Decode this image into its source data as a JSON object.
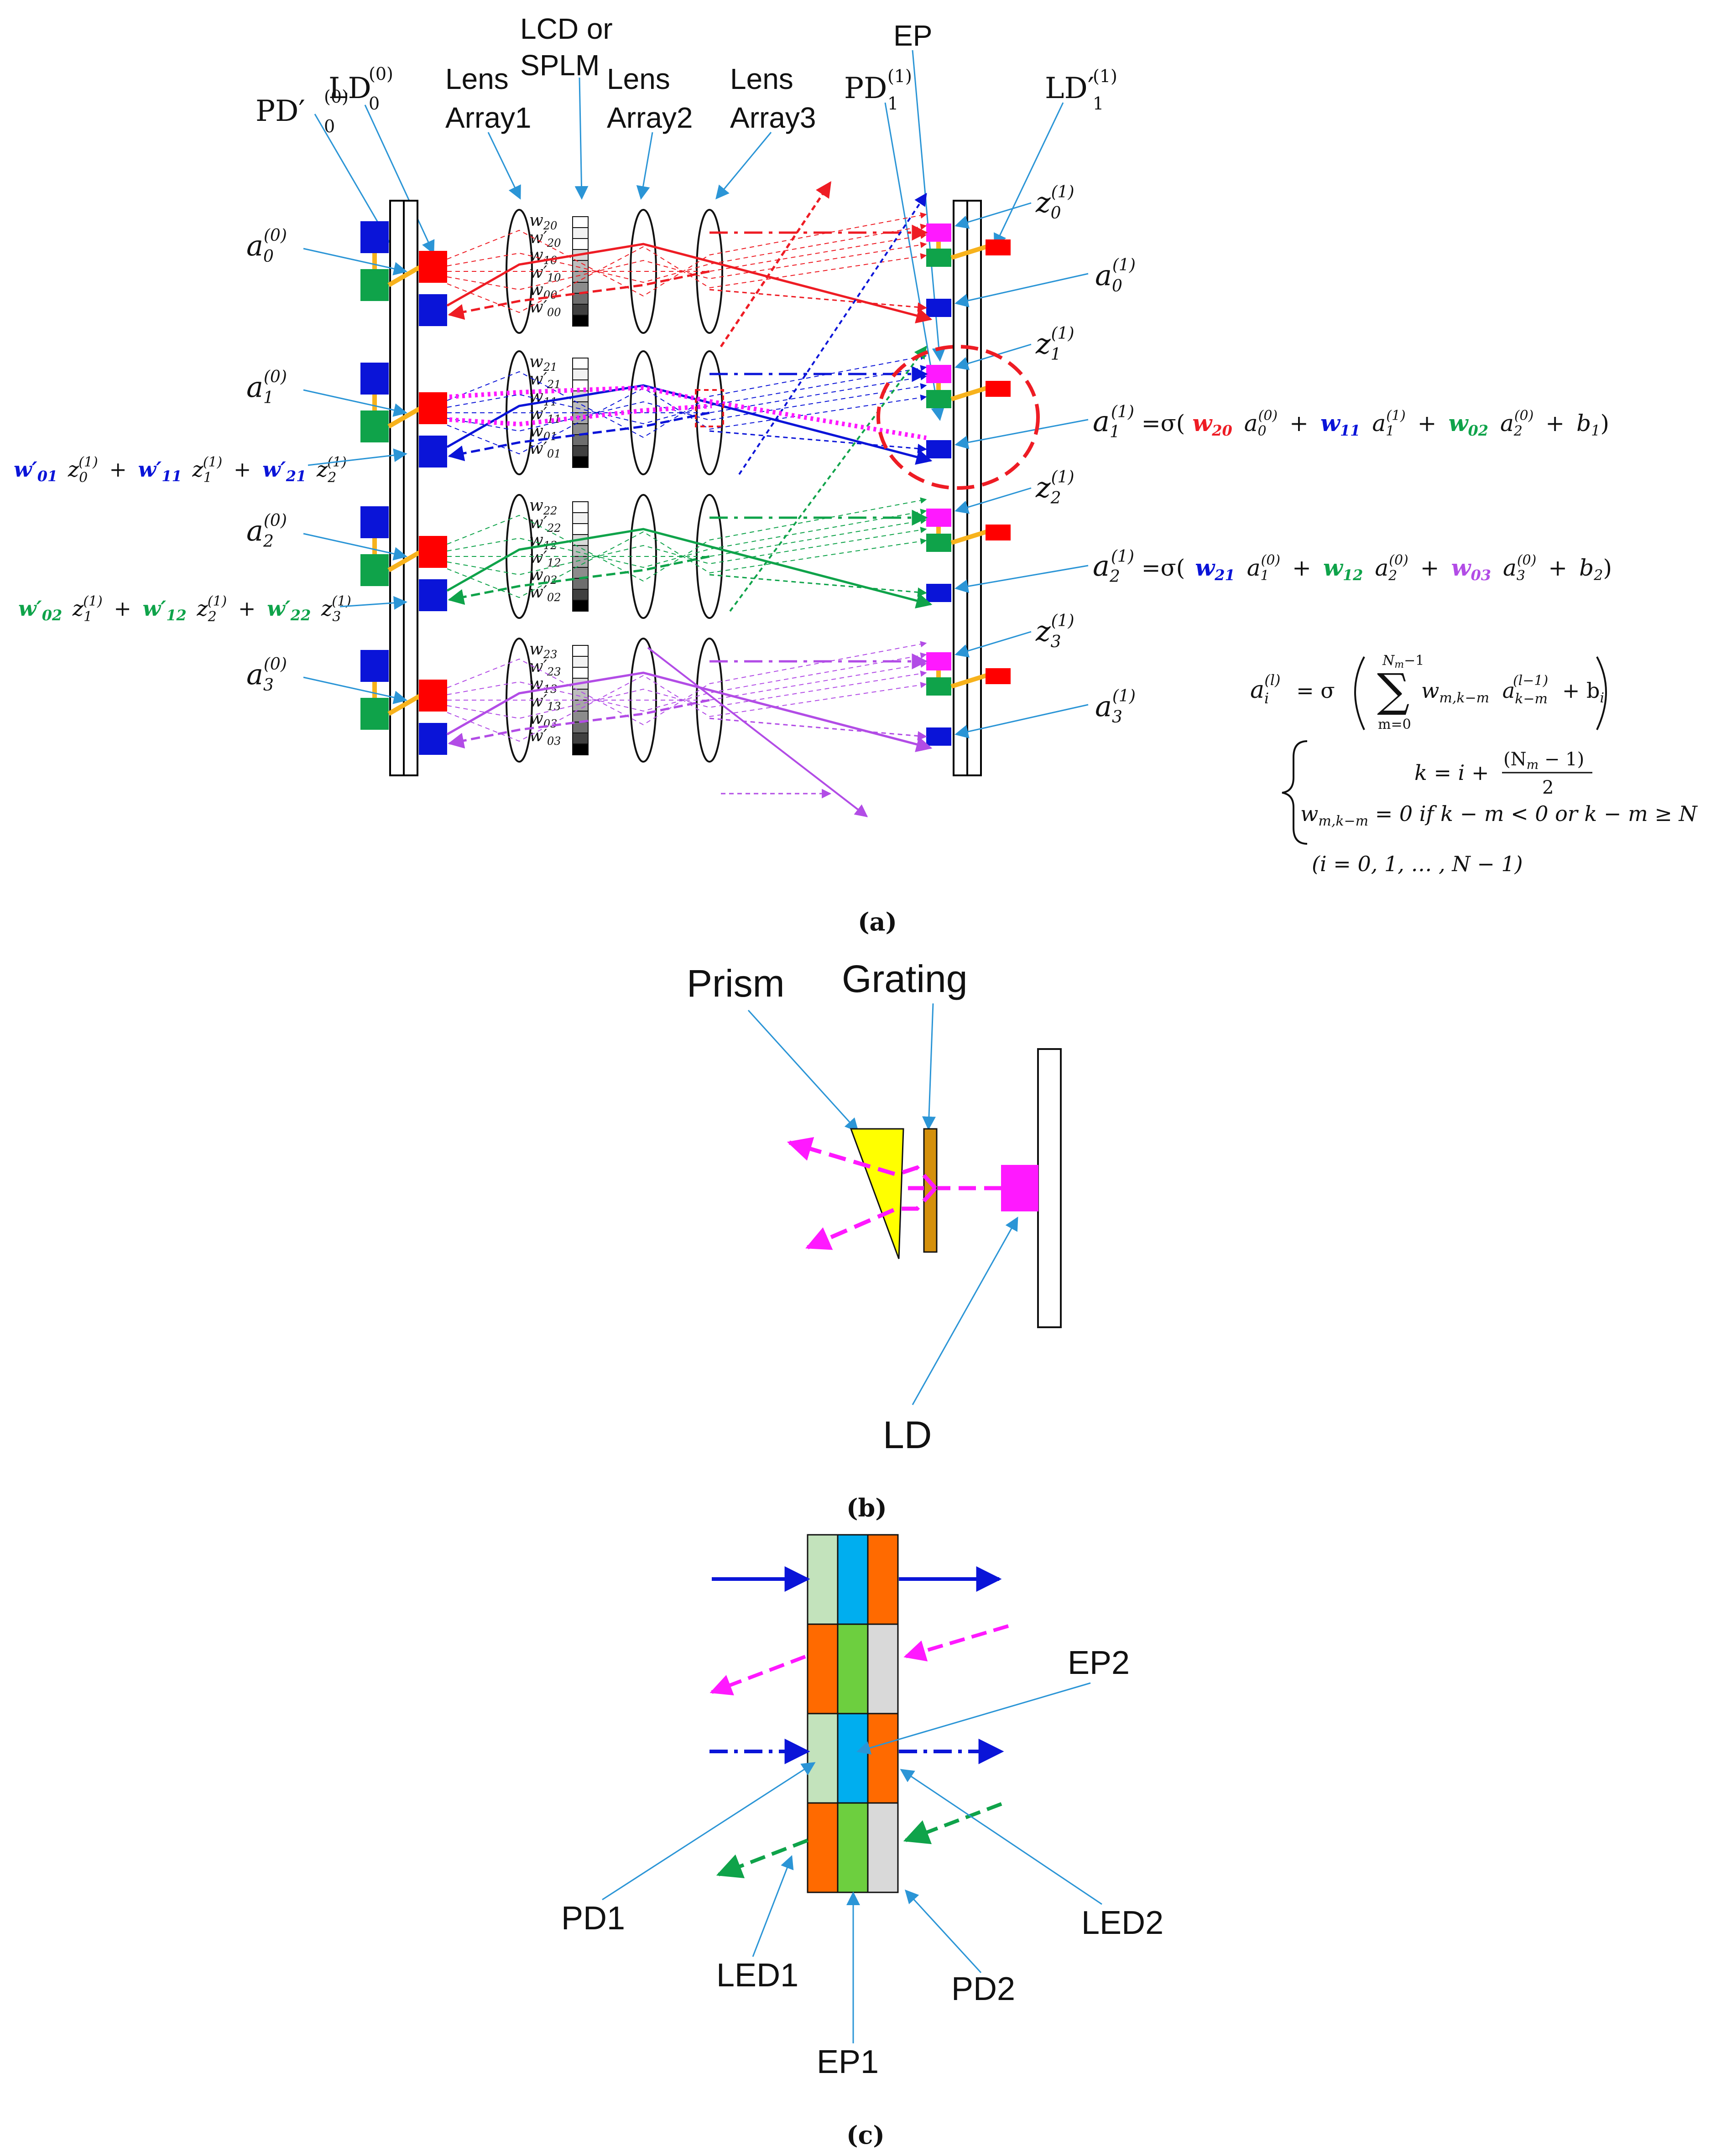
{
  "colors": {
    "red": "#ee1c24",
    "blue": "#0a14d8",
    "green": "#0fa34a",
    "purple": "#b24ce6",
    "magenta": "#ff19ff",
    "orange_line": "#f7b21c",
    "ld_square": "#ff0000",
    "lightblue_arrow": "#2b95d6",
    "prism_yellow": "#ffff00",
    "grating_brown": "#d4900c",
    "cell_lightgreen": "#c3e3bc",
    "cell_cyan": "#00aeef",
    "cell_orange": "#ff6a00",
    "cell_green": "#6dcf3f",
    "cell_grey": "#d9d9d9"
  },
  "panel_a": {
    "caption": "(a)",
    "labels": {
      "pd0": "PD′",
      "ld0": "LD",
      "sup0": "(0)",
      "sub0": "0",
      "lens_array1_l1": "Lens",
      "lens_array1_l2": "Array1",
      "lcd_l1": "LCD or",
      "lcd_l2": "SPLM",
      "lens_array2_l1": "Lens",
      "lens_array2_l2": "Array2",
      "lens_array3_l1": "Lens",
      "lens_array3_l2": "Array3",
      "ep": "EP",
      "pd1": "PD",
      "ld1": "LD′",
      "sup1": "(1)",
      "sub1": "1"
    },
    "left_activations": [
      "a",
      "a",
      "a",
      "a"
    ],
    "left_activation_subs": [
      "0",
      "1",
      "2",
      "3"
    ],
    "right_z": [
      "z",
      "z",
      "z",
      "z"
    ],
    "right_z_subs": [
      "0",
      "1",
      "2",
      "3"
    ],
    "right_a": [
      "a",
      "a",
      "a",
      "a"
    ],
    "right_a_subs": [
      "0",
      "1",
      "2",
      "3"
    ],
    "weights": {
      "red": [
        "w",
        "w′",
        "w",
        "w′",
        "w",
        "w′"
      ],
      "red_subs": [
        "20",
        "20",
        "10",
        "10",
        "00",
        "00"
      ],
      "blue": [
        "w",
        "w′",
        "w",
        "w′",
        "w",
        "w′"
      ],
      "blue_subs": [
        "21",
        "21",
        "11",
        "11",
        "01",
        "01"
      ],
      "green": [
        "w",
        "w′",
        "w",
        "w′",
        "w",
        "w′"
      ],
      "green_subs": [
        "22",
        "22",
        "12",
        "12",
        "02",
        "02"
      ],
      "purple": [
        "w",
        "w′",
        "w",
        "w′",
        "w",
        "w′"
      ],
      "purple_subs": [
        "23",
        "23",
        "13",
        "13",
        "03",
        "03"
      ]
    },
    "backprop_blue": {
      "terms": [
        "w′",
        "01",
        "z",
        "0",
        "w′",
        "11",
        "z",
        "1",
        "w′",
        "21",
        "z",
        "2"
      ],
      "plus": "+",
      "sup": "(1)"
    },
    "backprop_green": {
      "terms": [
        "w′",
        "02",
        "z",
        "1",
        "w′",
        "12",
        "z",
        "2",
        "w′",
        "22",
        "z",
        "3"
      ],
      "plus": "+",
      "sup": "(1)"
    },
    "eq1": {
      "lhs": "a",
      "lhs_sub": "1",
      "sup": "(1)",
      "sigma": "=σ(",
      "w1": "w",
      "w1_sub": "20",
      "a1": "a",
      "a1_sub": "0",
      "a1_sup": "(0)",
      "w2": "w",
      "w2_sub": "11",
      "a2": "a",
      "a2_sub": "1",
      "a2_sup": "(1)",
      "w3": "w",
      "w3_sub": "02",
      "a3": "a",
      "a3_sub": "2",
      "a3_sup": "(0)",
      "b": "b",
      "b_sub": "1",
      "plus": "+",
      "close": ")"
    },
    "eq2": {
      "lhs": "a",
      "lhs_sub": "2",
      "sup": "(1)",
      "sigma": "=σ(",
      "w1": "w",
      "w1_sub": "21",
      "a1": "a",
      "a1_sub": "1",
      "a1_sup": "(0)",
      "w2": "w",
      "w2_sub": "12",
      "a2": "a",
      "a2_sub": "2",
      "a2_sup": "(0)",
      "w3": "w",
      "w3_sub": "03",
      "a3": "a",
      "a3_sub": "3",
      "a3_sup": "(0)",
      "b": "b",
      "b_sub": "2",
      "plus": "+",
      "close": ")"
    },
    "general": {
      "lhs": "a",
      "lhs_sub": "i",
      "lhs_sup": "(l)",
      "eq_sigma": "= σ",
      "sum_top": "N",
      "sum_top_sub": "m",
      "sum_top_rest": "−1",
      "sum_symbol": "∑",
      "sum_bottom": "m=0",
      "w": "w",
      "w_sub": "m,k−m",
      "a": "a",
      "a_sub": "k−m",
      "a_sup": "(l−1)",
      "plus_b": "+ b",
      "b_sub": "i",
      "k_line": "k = i +",
      "frac_num": "(N",
      "frac_num_sub": "m",
      "frac_num_rest": " − 1)",
      "frac_den": "2",
      "cond_w": "w",
      "cond_w_sub": "m,k−m",
      "cond_rest": " = 0 if k − m < 0 or k − m ≥ N",
      "range": "(i = 0, 1, … , N − 1)"
    }
  },
  "panel_b": {
    "caption": "(b)",
    "prism": "Prism",
    "grating": "Grating",
    "ld": "LD"
  },
  "panel_c": {
    "caption": "(c)",
    "ep2": "EP2",
    "pd1": "PD1",
    "led1": "LED1",
    "ep1": "EP1",
    "pd2": "PD2",
    "led2": "LED2"
  }
}
